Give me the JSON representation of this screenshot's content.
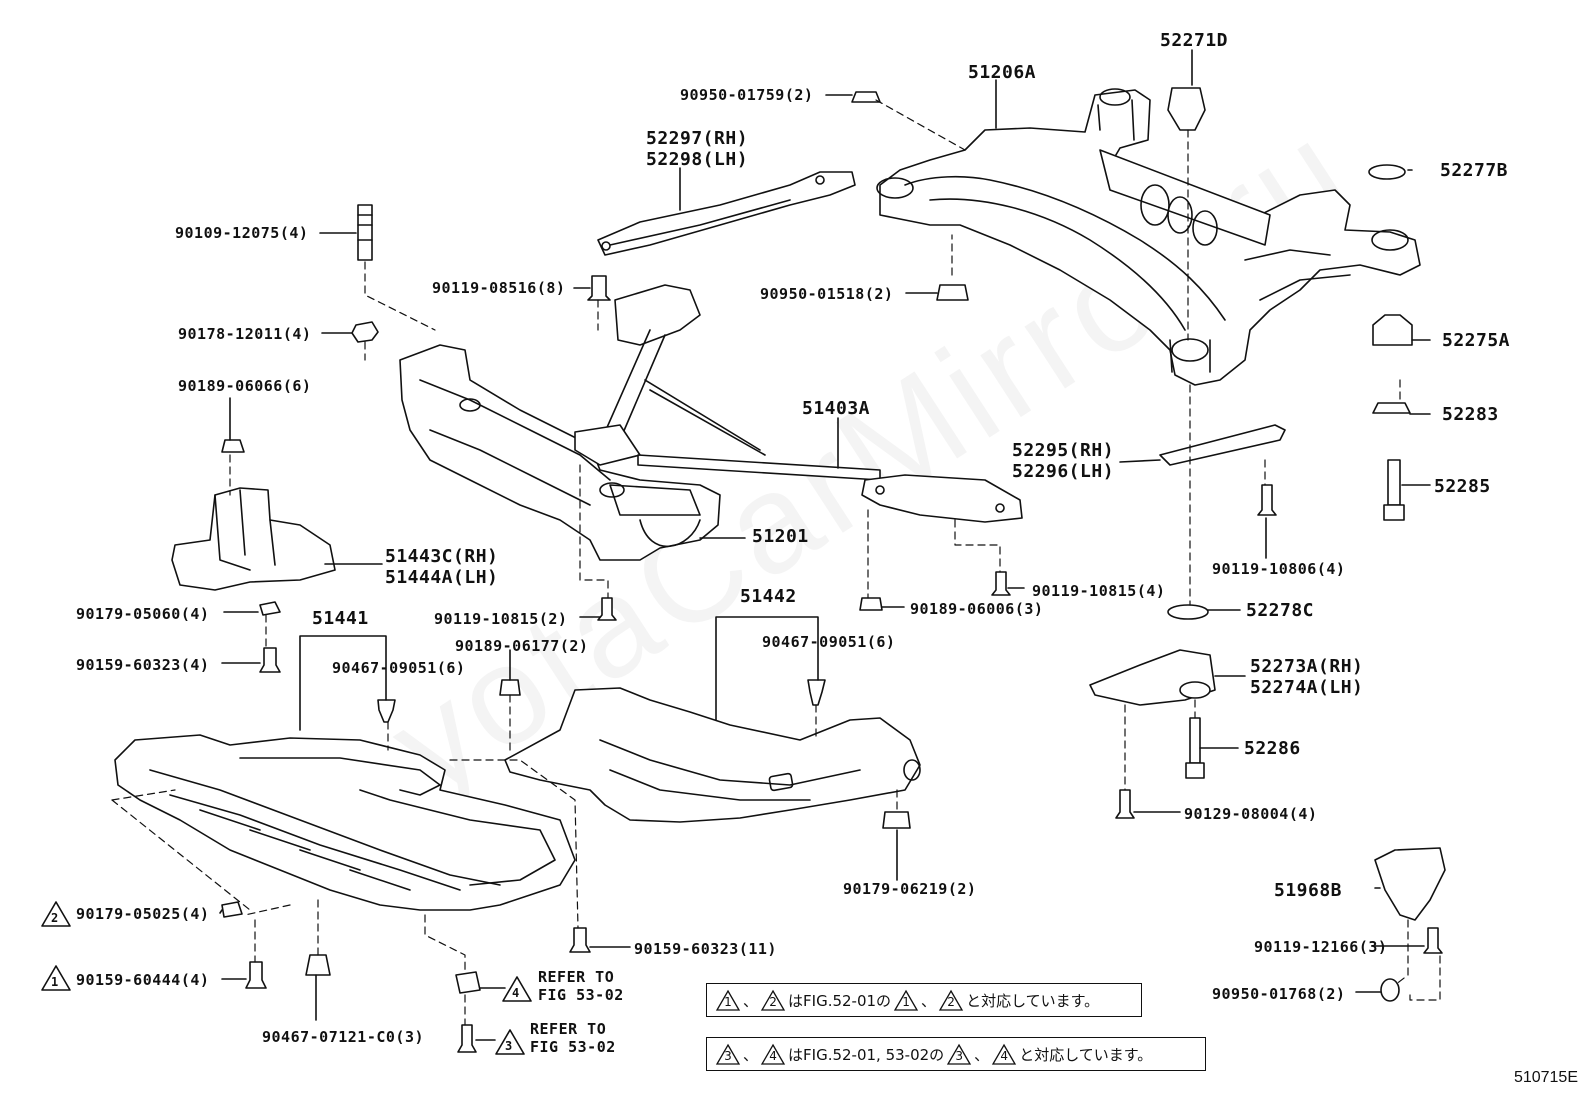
{
  "watermark": "ToyotaCarMirror.ru",
  "figure_number": "510715E",
  "parts": {
    "p52271D": "52271D",
    "p51206A": "51206A",
    "p90950_01759": "90950-01759(2)",
    "p52297": "52297(RH)",
    "p52298": "52298(LH)",
    "p52277B": "52277B",
    "p90109_12075": "90109-12075(4)",
    "p90119_08516": "90119-08516(8)",
    "p90950_01518": "90950-01518(2)",
    "p52275A": "52275A",
    "p90178_12011": "90178-12011(4)",
    "p90189_06066": "90189-06066(6)",
    "p51403A": "51403A",
    "p52283": "52283",
    "p52295": "52295(RH)",
    "p52296": "52296(LH)",
    "p52285": "52285",
    "p51201": "51201",
    "p51443C": "51443C(RH)",
    "p51444A": "51444A(LH)",
    "p90119_10806": "90119-10806(4)",
    "p90119_10815_4": "90119-10815(4)",
    "p90179_05060": "90179-05060(4)",
    "p90119_10815_2": "90119-10815(2)",
    "p90189_06006": "90189-06006(3)",
    "p52278C": "52278C",
    "p51441": "51441",
    "p51442": "51442",
    "p90189_06177": "90189-06177(2)",
    "p90467_09051_a": "90467-09051(6)",
    "p90467_09051_b": "90467-09051(6)",
    "p90159_60323_4": "90159-60323(4)",
    "p52273A": "52273A(RH)",
    "p52274A": "52274A(LH)",
    "p52286": "52286",
    "p90129_08004": "90129-08004(4)",
    "p90179_06219": "90179-06219(2)",
    "p51968B": "51968B",
    "p90179_05025": "90179-05025(4)",
    "p90159_60323_11": "90159-60323(11)",
    "p90119_12166": "90119-12166(3)",
    "p90159_60444": "90159-60444(4)",
    "p90950_01768": "90950-01768(2)",
    "p90467_07121": "90467-07121-C0(3)",
    "refer_a_line1": "REFER TO",
    "refer_a_line2": "FIG 53-02",
    "refer_b_line1": "REFER TO",
    "refer_b_line2": "FIG 53-02"
  },
  "markers": {
    "m1": "1",
    "m2": "2",
    "m3": "3",
    "m4": "4"
  },
  "notes": {
    "note1": {
      "a": "1",
      "sep1": "、",
      "b": "2",
      "mid": "はFIG.52-01の",
      "c": "1",
      "sep2": "、",
      "d": "2",
      "end": "と対応しています。"
    },
    "note2": {
      "a": "3",
      "sep1": "、",
      "b": "4",
      "mid": "はFIG.52-01, 53-02の",
      "c": "3",
      "sep2": "、",
      "d": "4",
      "end": "と対応しています。"
    }
  }
}
